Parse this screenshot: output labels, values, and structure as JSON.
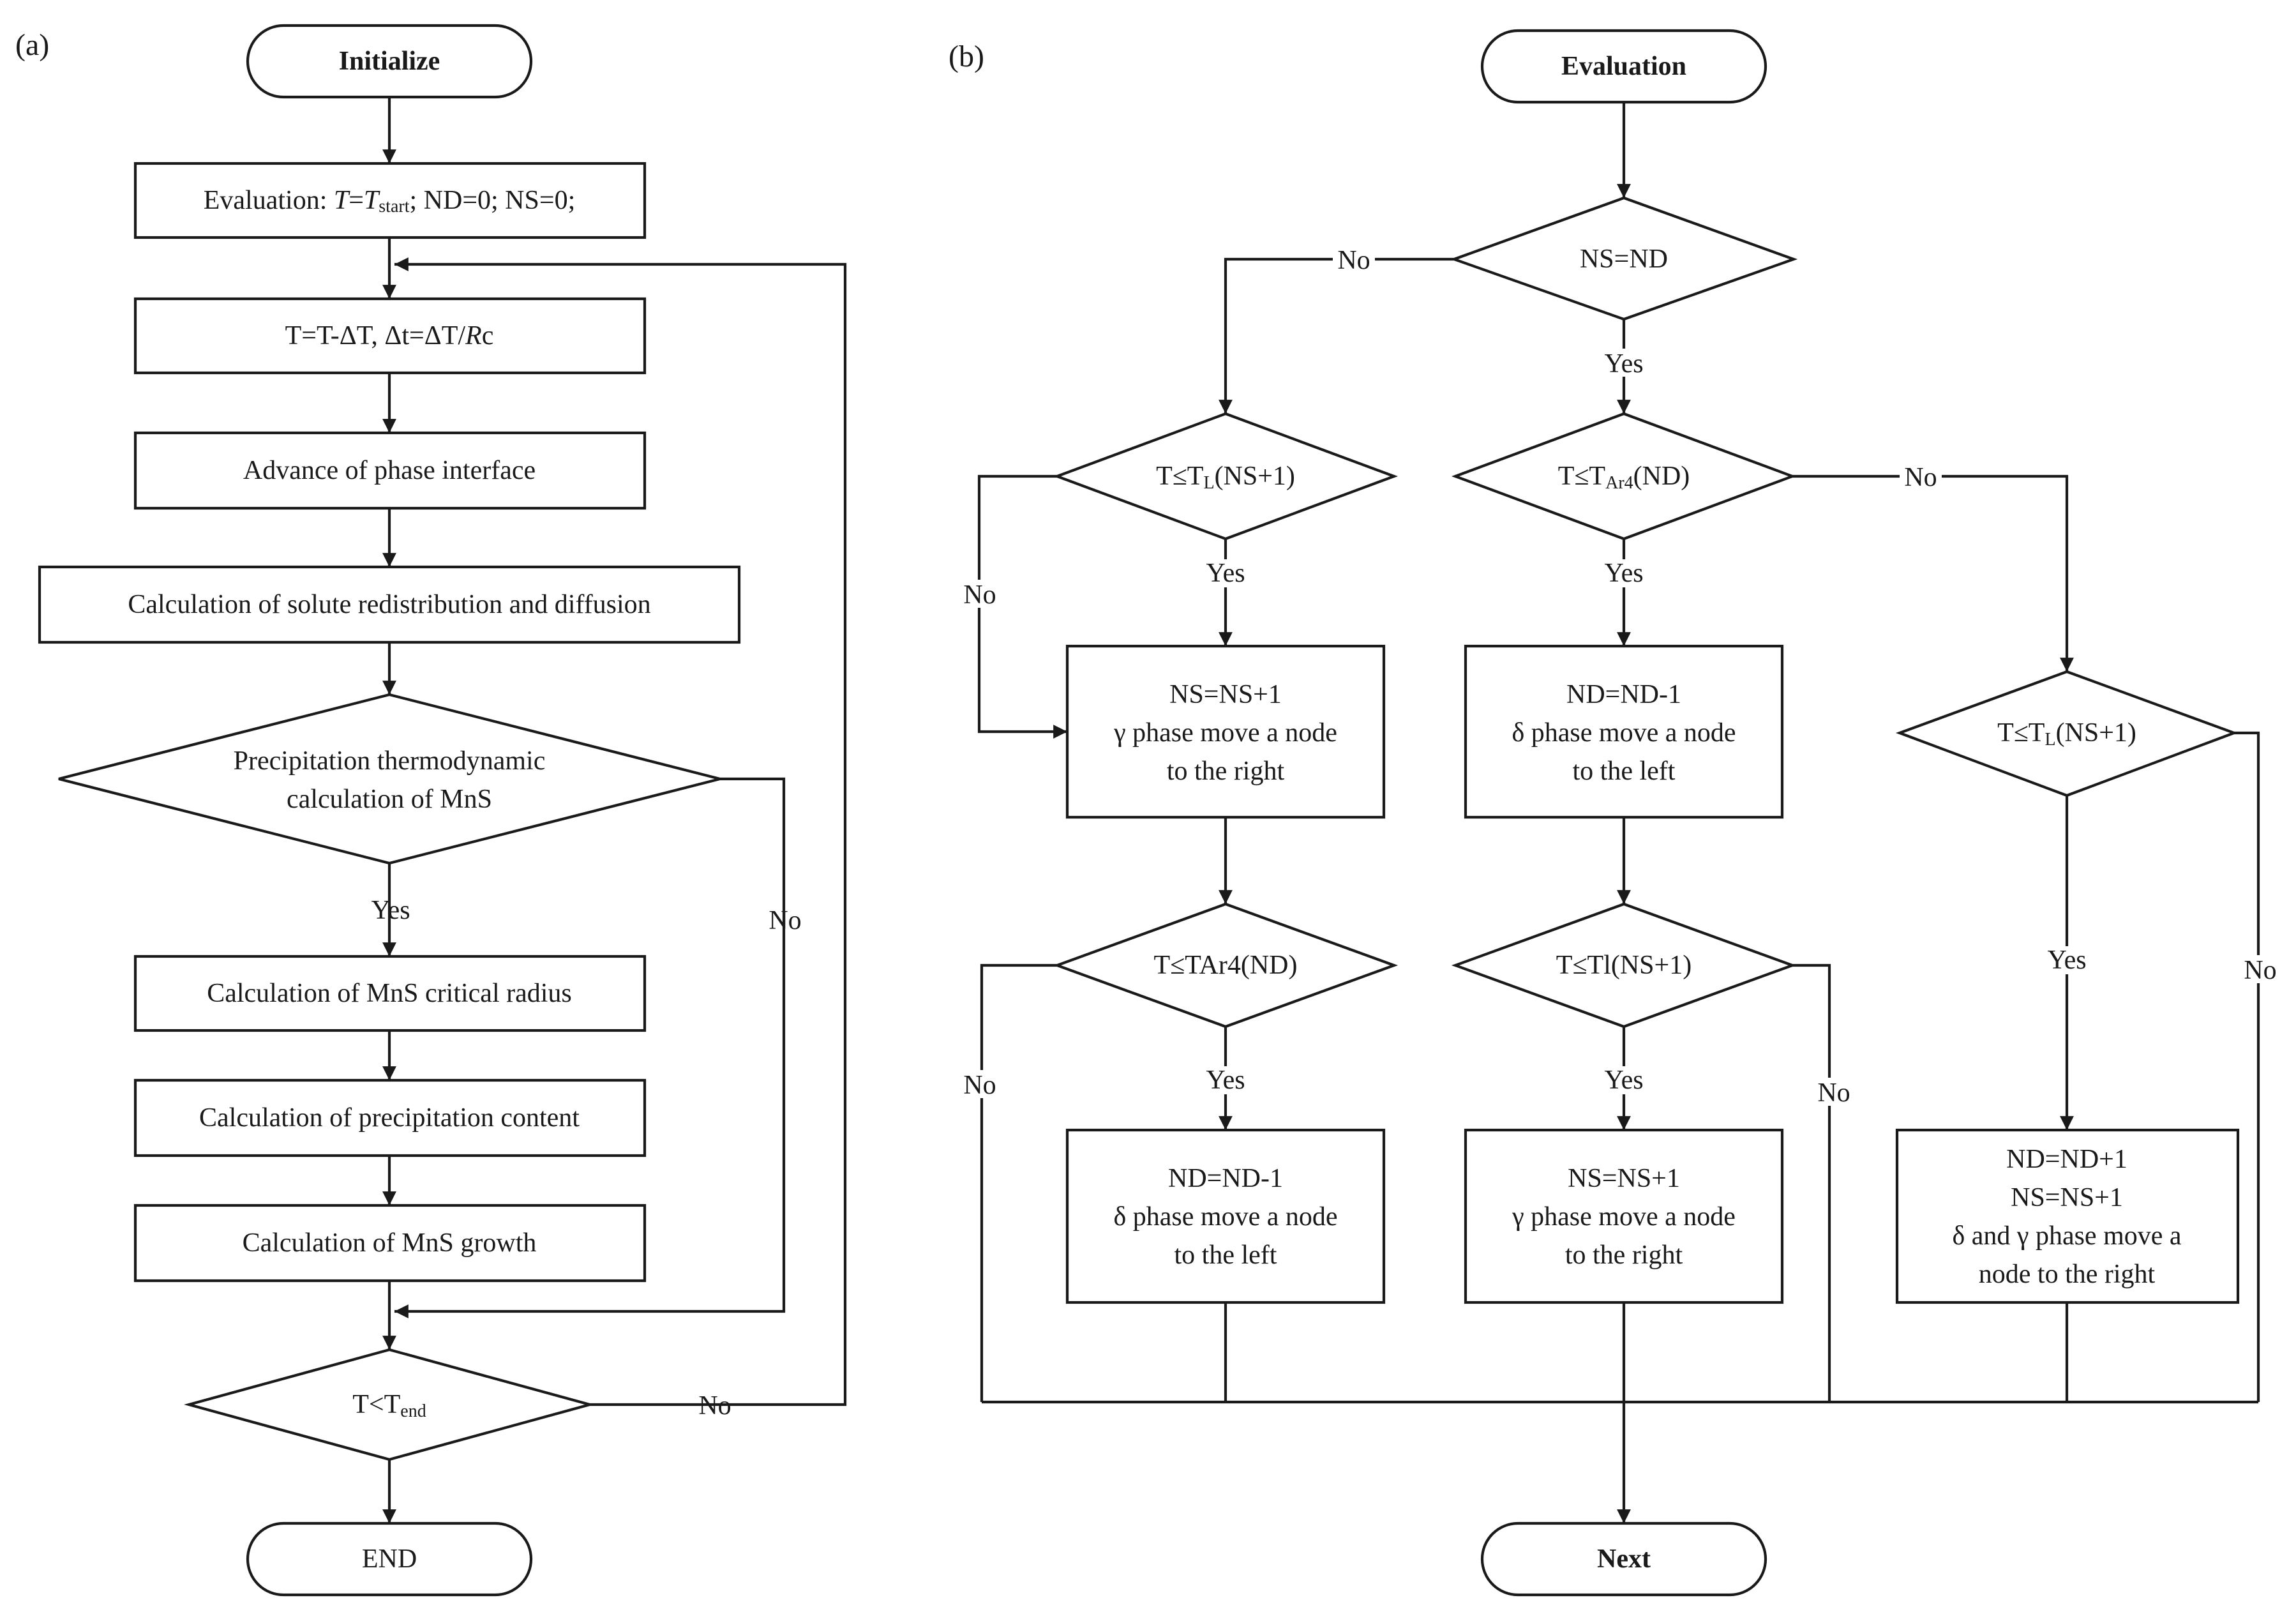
{
  "panel_a": {
    "label": "(a)",
    "start": "Initialize",
    "init": {
      "lead": "Evaluation: ",
      "t": "T",
      "eq": "=",
      "tstart": "T",
      "tstart_sub": "start",
      "tail": "; ND=0; NS=0;"
    },
    "step_pre": "T=T-ΔT, Δt=ΔT/",
    "step_r": "R",
    "step_post": "c",
    "advance": "Advance of phase interface",
    "solute": "Calculation of solute redistribution and diffusion",
    "thermo_line1": "Precipitation thermodynamic",
    "thermo_line2": "calculation of MnS",
    "radius": "Calculation of MnS critical radius",
    "content": "Calculation of precipitation content",
    "growth": "Calculation of MnS growth",
    "tend_main": "T<T",
    "tend_sub": "end",
    "end": "END",
    "yes": "Yes",
    "no_thermo": "No",
    "no_tend": "No"
  },
  "panel_b": {
    "label": "(b)",
    "start": "Evaluation",
    "ns_nd": "NS=ND",
    "tl_main": "T≤T",
    "tl_sub": "L",
    "tl_tail": "(NS+1)",
    "tar_main": "T≤T",
    "tar_sub": "Ar4",
    "tar_tail": "(ND)",
    "g_inc": {
      "l1": "NS=NS+1",
      "l2": "γ phase move a node",
      "l3": "to the right"
    },
    "d_dec": {
      "l1": "ND=ND-1",
      "l2": "δ phase move a node",
      "l3": "to the left"
    },
    "tar4_plain": "T≤TAr4(ND)",
    "tl_plain": "T≤Tl(NS+1)",
    "d_dec2": {
      "l1": "ND=ND-1",
      "l2": "δ phase move a node",
      "l3": "to the left"
    },
    "g_inc2": {
      "l1": "NS=NS+1",
      "l2": "γ phase move a node",
      "l3": "to the right"
    },
    "both": {
      "l1": "ND=ND+1",
      "l2": "NS=NS+1",
      "l3": "δ and γ phase move a",
      "l4": "node to the right"
    },
    "next": "Next",
    "yes_a": "Yes",
    "yes_b": "Yes",
    "yes_c": "Yes",
    "yes_d": "Yes",
    "yes_e": "Yes",
    "yes_f": "Yes",
    "no_a": "No",
    "no_b": "No",
    "no_c": "No",
    "no_d": "No",
    "no_e": "No",
    "no_f": "No"
  }
}
